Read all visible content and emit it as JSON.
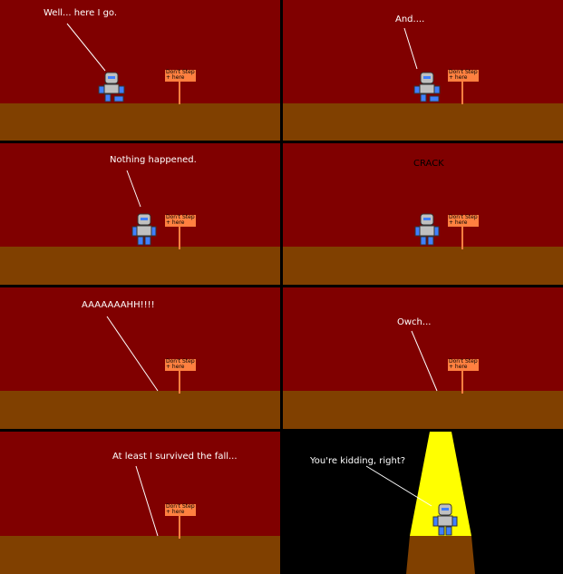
{
  "panels": [
    {
      "caption": "Well... here I go.",
      "sign_text": "Don't Step\n+ here"
    },
    {
      "caption": "And....",
      "sign_text": "Don't Step\n+ here"
    },
    {
      "caption": "Nothing happened.",
      "sign_text": "Don't Step\n+ here"
    },
    {
      "caption": "CRACK",
      "sign_text": "Don't Step\n+ here"
    },
    {
      "caption": "AAAAAAAHH!!!!",
      "sign_text": "Don't Step\n+ here"
    },
    {
      "caption": "Owch...",
      "sign_text": "Don't Step\n+ here"
    },
    {
      "caption": "At least I survived the fall...",
      "sign_text": "Don't Step\n+ here"
    },
    {
      "caption": "You're kidding, right?"
    }
  ],
  "colors": {
    "sky": "#800000",
    "ground": "#804000",
    "sign": "#ff8040",
    "robot_body": "#c0c0c0",
    "robot_accent": "#4080ff",
    "spotlight": "#ffff00",
    "caption_text": "#ffffff"
  }
}
